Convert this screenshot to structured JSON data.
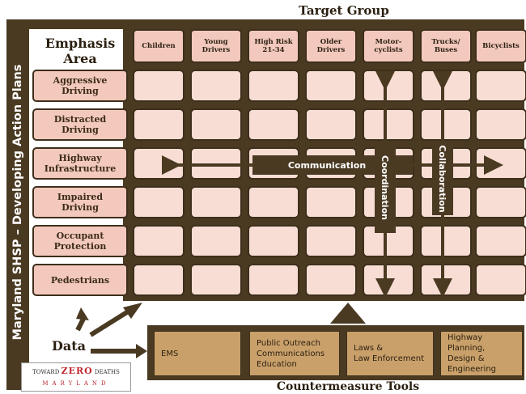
{
  "banner": "Maryland SHSP – Developing Action Plans",
  "target_group_title": "Target Group",
  "emphasis_title": "Emphasis\nArea",
  "target_groups": [
    "Children",
    "Young\nDrivers",
    "High Risk\n21-34",
    "Older\nDrivers",
    "Motor-\ncyclists",
    "Trucks/\nBuses",
    "Bicyclists"
  ],
  "emphasis_areas": [
    "Aggressive\nDriving",
    "Distracted\nDriving",
    "Highway\nInfrastructure",
    "Impaired\nDriving",
    "Occupant\nProtection",
    "Pedestrians"
  ],
  "arrows": {
    "communication": "Communication",
    "coordination": "Coordination",
    "collaboration": "Collaboration"
  },
  "data_label": "Data",
  "tools": [
    "EMS",
    "Public Outreach\nCommunications\nEducation",
    "Laws &\nLaw Enforcement",
    "Highway Planning,\nDesign &\nEngineering"
  ],
  "countermeasure_title": "Countermeasure Tools",
  "logo": {
    "toward": "TOWARD",
    "zero": "ZERO",
    "deaths": "DEATHS",
    "state": "MARYLAND"
  },
  "colors": {
    "dark": "#4b3a22",
    "cell": "#f8ddd4",
    "header": "#f3c9bd",
    "tool": "#c9a06a"
  }
}
